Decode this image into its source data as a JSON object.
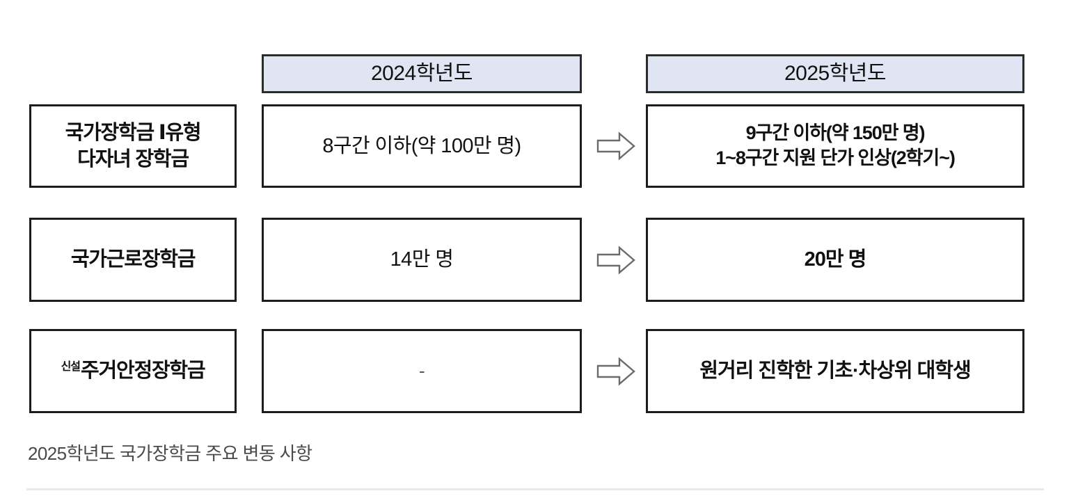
{
  "figure": {
    "caption": "2025학년도 국가장학금 주요 변동 사항",
    "colors": {
      "header_fill": "#dfe5f3",
      "border": "#1c1c1c",
      "arrow_stroke": "#6b6b6b",
      "caption_text": "#4a4a4a",
      "divider": "#e9e9e9"
    },
    "columns": {
      "label_header": "",
      "year_2024": "2024학년도",
      "year_2025": "2025학년도"
    },
    "arrow_icon": "right-block-arrow-icon",
    "rows": [
      {
        "label_new_badge": "",
        "label_line1": "국가장학금 Ⅰ유형",
        "label_line2": "다자녀 장학금",
        "y2024_line1": "8구간 이하(약 100만 명)",
        "y2024_line2": "",
        "y2025_line1": "9구간 이하(약 150만 명)",
        "y2025_line2": "1~8구간 지원 단가 인상(2학기~)"
      },
      {
        "label_new_badge": "",
        "label_line1": "국가근로장학금",
        "label_line2": "",
        "y2024_line1": "14만 명",
        "y2024_line2": "",
        "y2025_line1": "20만 명",
        "y2025_line2": ""
      },
      {
        "label_new_badge": "신설",
        "label_line1": "주거안정장학금",
        "label_line2": "",
        "y2024_line1": "-",
        "y2024_line2": "",
        "y2025_line1": "원거리 진학한 기초·차상위 대학생",
        "y2025_line2": ""
      }
    ]
  }
}
